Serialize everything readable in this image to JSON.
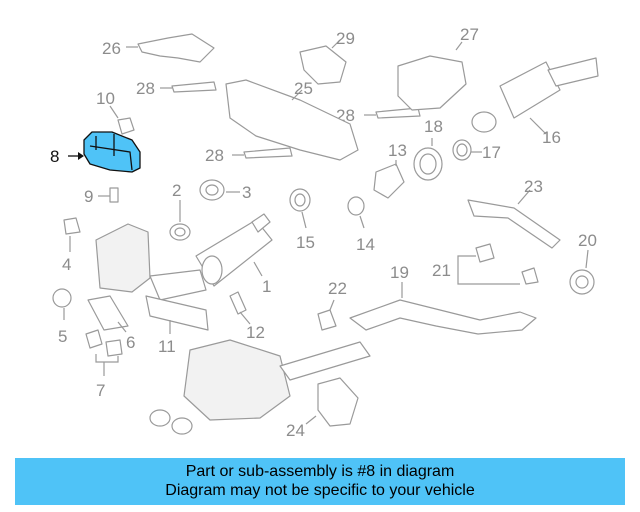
{
  "callouts": {
    "c1": "1",
    "c2": "2",
    "c3": "3",
    "c4": "4",
    "c5": "5",
    "c6": "6",
    "c7": "7",
    "c8": "8",
    "c9": "9",
    "c10": "10",
    "c11": "11",
    "c12": "12",
    "c13": "13",
    "c14": "14",
    "c15": "15",
    "c16": "16",
    "c17": "17",
    "c18": "18",
    "c19": "19",
    "c20": "20",
    "c21": "21",
    "c22": "22",
    "c23": "23",
    "c24": "24",
    "c25": "25",
    "c26": "26",
    "c27": "27",
    "c28a": "28",
    "c28b": "28",
    "c28c": "28",
    "c29": "29"
  },
  "highlight": {
    "part": "8",
    "color": "#4fc3f7"
  },
  "banner": {
    "line1": "Part or sub-assembly is #8 in diagram",
    "line2": "Diagram may not be specific to your vehicle",
    "color": "#4fc3f7"
  }
}
